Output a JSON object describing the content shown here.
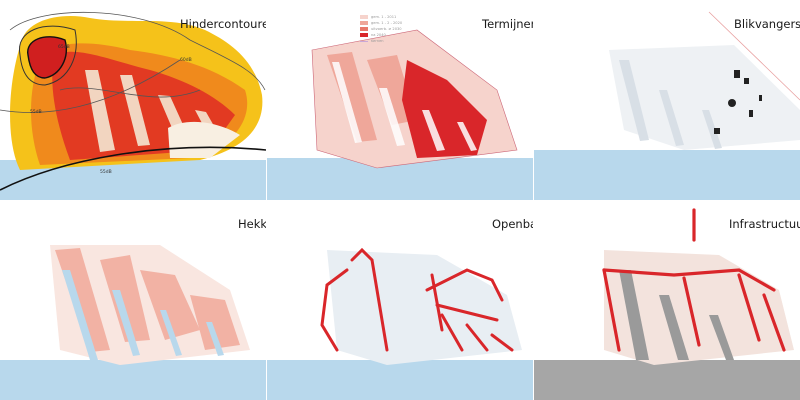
{
  "panels": [
    {
      "key": "hinder",
      "title": "Hindercontouren"
    },
    {
      "key": "termijnen",
      "title": "Termijnen"
    },
    {
      "key": "blik",
      "title": "Blikvangers"
    },
    {
      "key": "hekken",
      "title": "Hekken"
    },
    {
      "key": "openbaar",
      "title": "Openbaar gebied"
    },
    {
      "key": "infra",
      "title": "Infrastructuur"
    }
  ],
  "legend": {
    "items": [
      {
        "label": "gem. 1 - 2011",
        "color": "#f6d3cc"
      },
      {
        "label": "gem. 1 - 2 - 2020",
        "color": "#efa79a"
      },
      {
        "label": "uitvoerb. ≥ 2030",
        "color": "#e8786a"
      },
      {
        "label": "na 2040",
        "color": "#d9262a"
      },
      {
        "label": "Kernen",
        "color": "#c9a8d8"
      }
    ]
  },
  "contour_labels": [
    "55dB",
    "65dB",
    "60dB",
    "55dB"
  ],
  "colors": {
    "water": "#b8d8ec",
    "hinder_yellow": "#f5c21a",
    "hinder_orange": "#f08a1c",
    "hinder_red": "#e23a22",
    "pink": "#f2b2a4",
    "red": "#d9262a",
    "grey_sea": "#a6a6a6"
  }
}
